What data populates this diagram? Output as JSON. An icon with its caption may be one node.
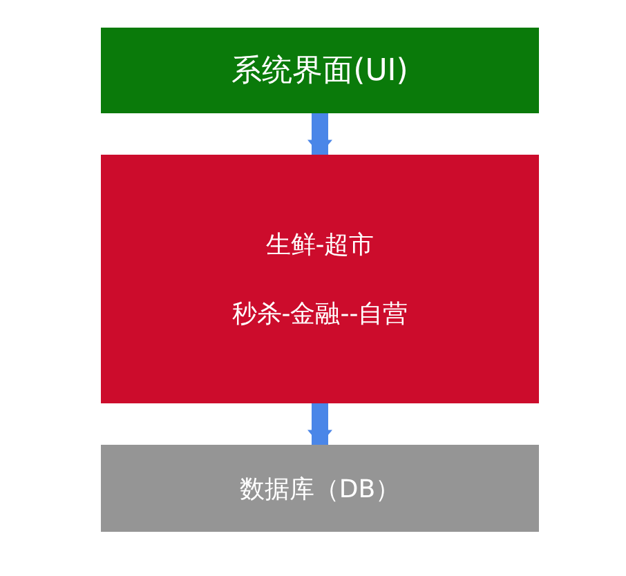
{
  "diagram": {
    "nodes": [
      {
        "text": [
          "系统界面(UI)"
        ]
      },
      {
        "text": [
          "生鲜-超市",
          "秒杀-金融--自营"
        ]
      },
      {
        "text": [
          "数据库（DB）"
        ]
      }
    ],
    "edges": [
      {
        "from": 0,
        "to": 1,
        "arrow": "to"
      },
      {
        "from": 1,
        "to": 2,
        "arrow": "to"
      }
    ]
  }
}
